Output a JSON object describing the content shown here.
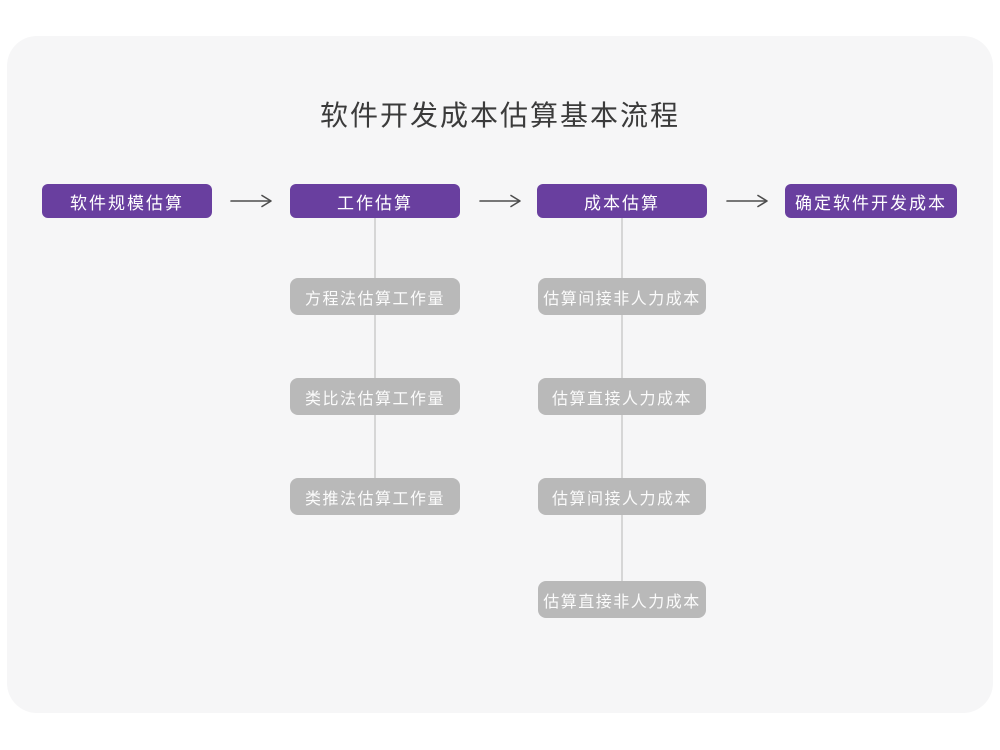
{
  "title": "软件开发成本估算基本流程",
  "colors": {
    "page_bg": "#ffffff",
    "card_bg": "#f6f6f7",
    "primary": "#693f9f",
    "secondary": "#b9b9b9",
    "connector": "#d6d6d6",
    "arrow": "#4d4d4d",
    "node_text": "#ffffff",
    "title_color": "#3b3b3b"
  },
  "main_flow": [
    {
      "label": "软件规模估算"
    },
    {
      "label": "工作估算"
    },
    {
      "label": "成本估算"
    },
    {
      "label": "确定软件开发成本"
    }
  ],
  "sub_flows": {
    "work_methods": [
      "方程法估算工作量",
      "类比法估算工作量",
      "类推法估算工作量"
    ],
    "cost_items": [
      "估算间接非人力成本",
      "估算直接人力成本",
      "估算间接人力成本",
      "估算直接非人力成本"
    ]
  }
}
